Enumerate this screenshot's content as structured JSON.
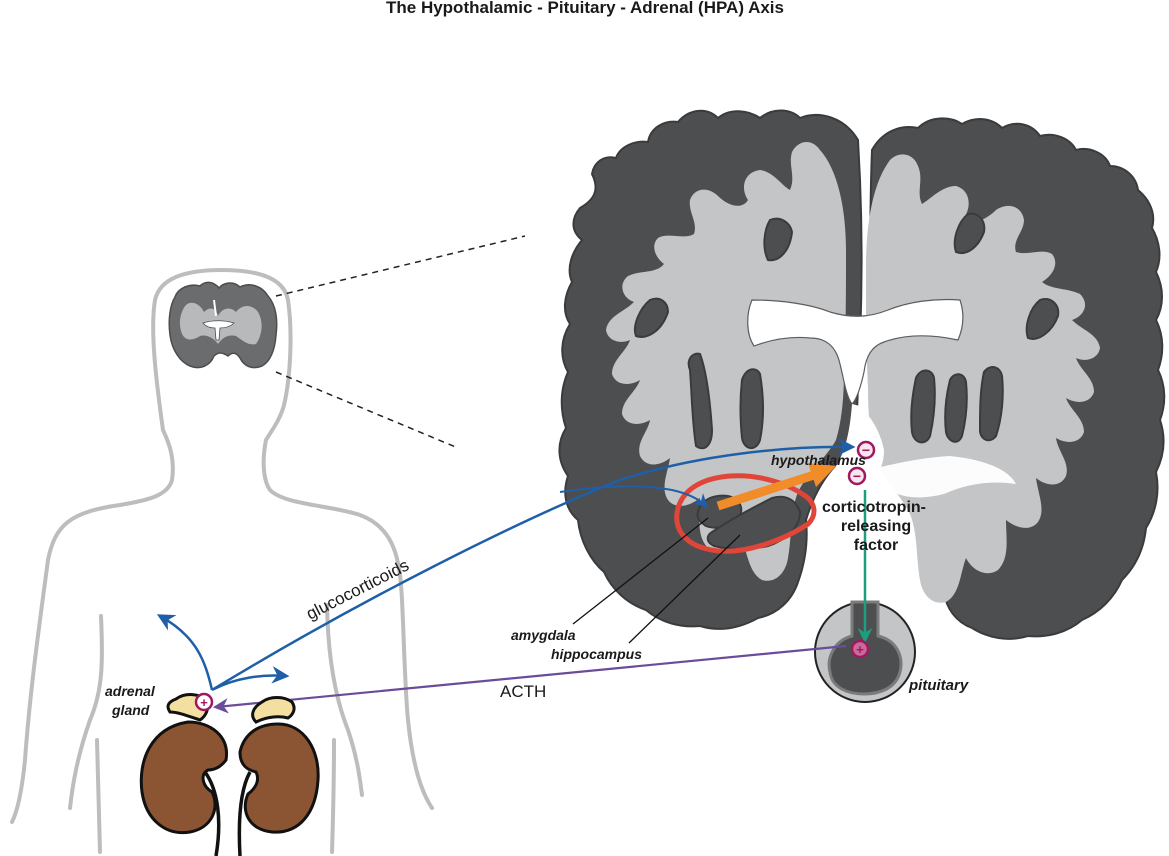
{
  "title": "The Hypothalamic - Pituitary - Adrenal (HPA) Axis",
  "labels": {
    "hypothalamus": "hypothalamus",
    "crf_line1": "corticotropin-",
    "crf_line2": "releasing",
    "crf_line3": "factor",
    "amygdala": "amygdala",
    "hippocampus": "hippocampus",
    "pituitary": "pituitary",
    "acth": "ACTH",
    "glucocorticoids": "glucocorticoids",
    "adrenal_line1": "adrenal",
    "adrenal_line2": "gland"
  },
  "symbols": {
    "inhibit": "−",
    "stimulate": "+"
  },
  "colors": {
    "glucocorticoid_arrow": "#1f5fa8",
    "acth_arrow": "#6b4c9a",
    "crf_arrow": "#1e9e7e",
    "amygdala_arrow": "#f28c28",
    "limbic_outline": "#e0453a",
    "feedback_marker": "#a0185f",
    "kidney": "#8b5433",
    "adrenal": "#f3dfa0",
    "grey_matter": "#4d4e50",
    "white_matter": "#c4c5c7",
    "body_outline": "#bdbdbd"
  }
}
